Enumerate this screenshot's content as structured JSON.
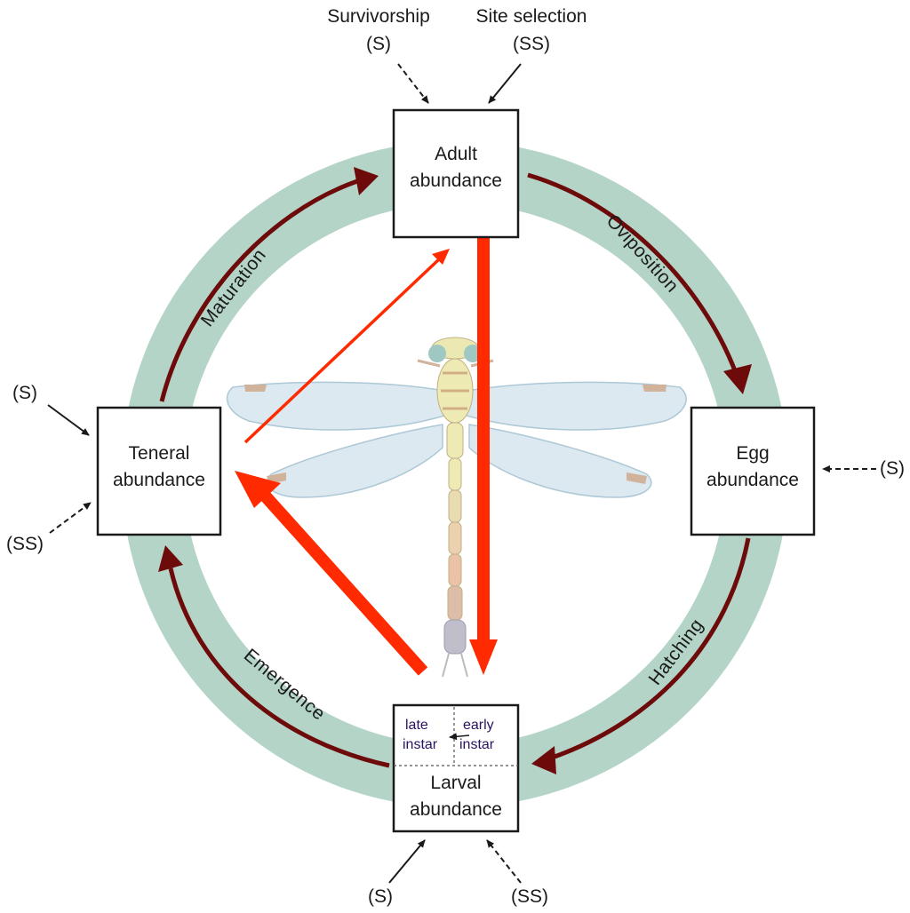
{
  "colors": {
    "ring": "#b4d4c8",
    "cycle_arrow": "#6d0a0a",
    "flow_arrow": "#ff2a00",
    "box_border": "#1a1a1a"
  },
  "top_labels": {
    "survivorship": "Survivorship",
    "survivorship_code": "(S)",
    "site_selection": "Site selection",
    "site_selection_code": "(SS)"
  },
  "boxes": {
    "adult": {
      "line1": "Adult",
      "line2": "abundance"
    },
    "egg": {
      "line1": "Egg",
      "line2": "abundance"
    },
    "larval": {
      "line1": "Larval",
      "line2": "abundance"
    },
    "teneral": {
      "line1": "Teneral",
      "line2": "abundance"
    }
  },
  "larval_stages": {
    "late1": "late",
    "late2": "instar",
    "early1": "early",
    "early2": "instar"
  },
  "processes": {
    "maturation": "Maturation",
    "oviposition": "Oviposition",
    "hatching": "Hatching",
    "emergence": "Emergence"
  },
  "side_labels": {
    "teneral_s": "(S)",
    "teneral_ss": "(SS)",
    "egg_s": "(S)",
    "larval_s": "(S)",
    "larval_ss": "(SS)"
  },
  "illustration": "dragonfly-illustration"
}
